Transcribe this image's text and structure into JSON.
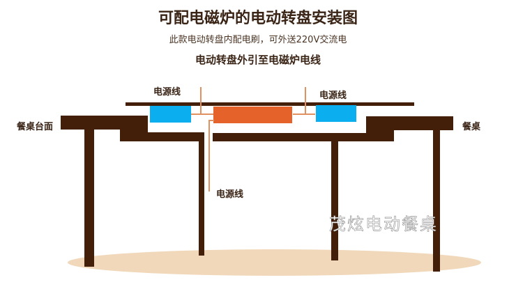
{
  "header": {
    "title": "可配电磁炉的电动转盘安装图",
    "subtitle": "此款电动转盘内配电刷，可外送220V交流电",
    "headline": "电动转盘外引至电磁炉电线"
  },
  "labels": {
    "power_cord_left": "电源线",
    "power_cord_right": "电源线",
    "power_cord_bottom": "电源线",
    "table_top": "餐桌台面",
    "table": "餐桌"
  },
  "watermark": "茂炫电动餐桌",
  "colors": {
    "wood": "#431e08",
    "induction_cooker": "#0baeef",
    "turntable_motor": "#e5632a",
    "wire": "#e0915f",
    "floor_shadow": "#f1d8ba",
    "text": "#3a2416"
  }
}
